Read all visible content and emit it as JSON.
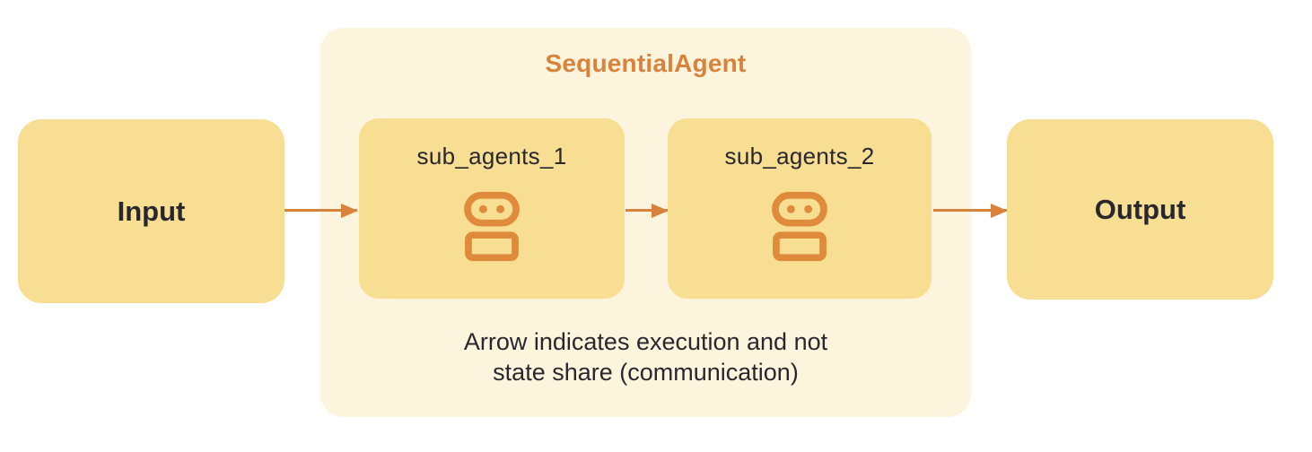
{
  "group": {
    "title": "SequentialAgent"
  },
  "nodes": {
    "input": {
      "label": "Input"
    },
    "sub1": {
      "label": "sub_agents_1",
      "icon": "robot-icon"
    },
    "sub2": {
      "label": "sub_agents_2",
      "icon": "robot-icon"
    },
    "output": {
      "label": "Output"
    }
  },
  "caption": {
    "line1": "Arrow indicates execution and not",
    "line2": "state share (communication)"
  },
  "colors": {
    "background": "#ffffff",
    "group_background": "#fdf4dd",
    "node_background": "#f8de92",
    "accent_orange": "#d9823c",
    "icon_orange": "#e08a3c",
    "text_dark": "#28272e"
  }
}
